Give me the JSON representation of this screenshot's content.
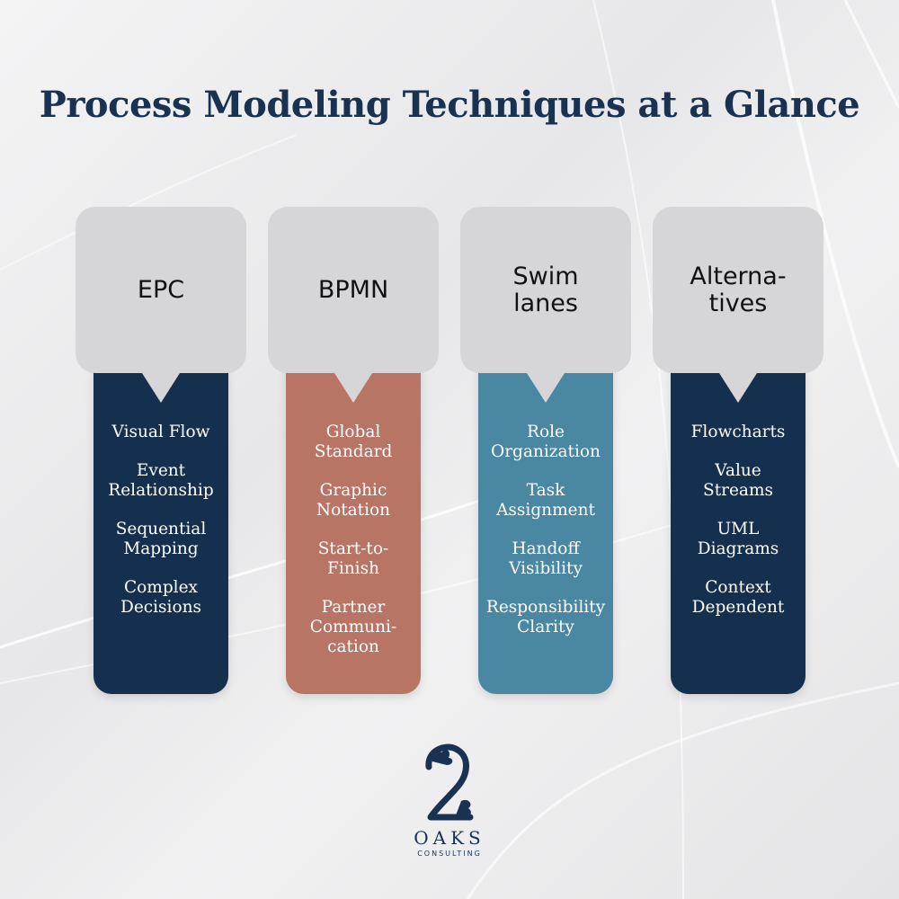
{
  "title": "Process Modeling Techniques at a Glance",
  "columns": [
    {
      "label": "EPC",
      "color": "#15304f",
      "items": [
        "Visual Flow",
        "Event\nRelationship",
        "Sequential\nMapping",
        "Complex\nDecisions"
      ]
    },
    {
      "label": "BPMN",
      "color": "#b87464",
      "items": [
        "Global\nStandard",
        "Graphic\nNotation",
        "Start-to-\nFinish",
        "Partner\nCommuni-\ncation"
      ]
    },
    {
      "label": "Swim\nlanes",
      "color": "#4a87a2",
      "items": [
        "Role\nOrganization",
        "Task\nAssignment",
        "Handoff\nVisibility",
        "Responsibility\nClarity"
      ]
    },
    {
      "label": "Alterna-\ntives",
      "color": "#15304f",
      "items": [
        "Flowcharts",
        "Value\nStreams",
        "UML\nDiagrams",
        "Context\nDependent"
      ]
    }
  ],
  "logo": {
    "numeral": "2",
    "wordmark": "OAKS",
    "subtitle": "CONSULTING"
  },
  "icons": [
    "oak-leaf-icon"
  ]
}
